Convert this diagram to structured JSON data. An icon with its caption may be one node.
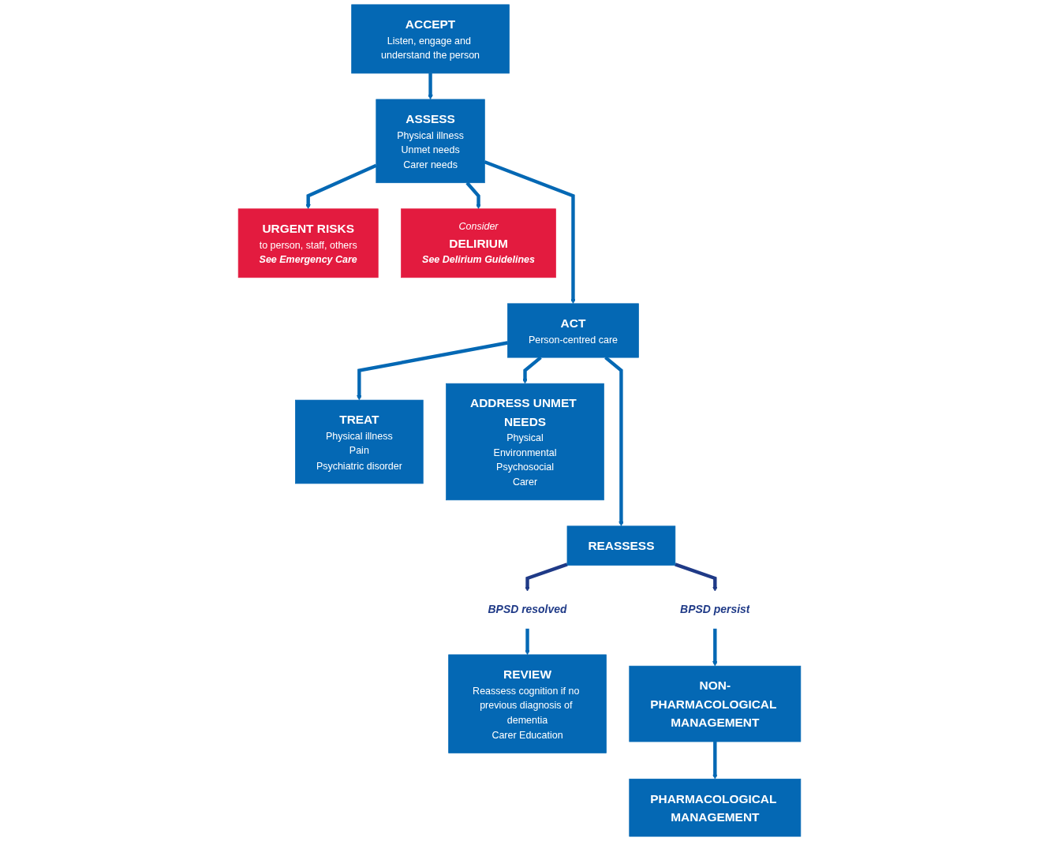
{
  "diagram": {
    "nodes": [
      {
        "text": [
          "ACCEPT",
          "Listen, engage and understand the person"
        ]
      },
      {
        "text": [
          "URGENT RISKS",
          "to person, staff, others",
          "See Emergency Care"
        ]
      },
      {
        "text": [
          "ASSESS",
          "Physical illness",
          "Unmet needs",
          "Carer needs"
        ]
      },
      {
        "text": [
          "Consider",
          "DELIRIUM",
          "See Delirium Guidelines"
        ]
      },
      {
        "text": [
          "TREAT",
          "Physical illness",
          "Pain",
          "Psychiatric disorder"
        ]
      },
      {
        "text": [
          "ACT",
          "Person-centred care"
        ]
      },
      {
        "text": [
          "ADDRESS UNMET NEEDS",
          "Physical",
          "Environmental",
          "Psychosocial",
          "Carer"
        ]
      },
      {
        "text": [
          "BPSD resolved"
        ]
      },
      {
        "text": [
          "REASSESS"
        ]
      },
      {
        "text": [
          "BPSD persist"
        ]
      },
      {
        "text": [
          "REVIEW",
          "Reassess cognition if no previous diagnosis of dementia",
          "Carer Education"
        ]
      },
      {
        "text": [
          "NON-PHARMACOLOGICAL MANAGEMENT"
        ]
      },
      {
        "text": [
          "PHARMACOLOGICAL MANAGEMENT"
        ]
      }
    ],
    "edges": [
      {
        "from": 0,
        "to": 2,
        "arrow": "to"
      },
      {
        "from": 2,
        "to": 1,
        "arrow": "to"
      },
      {
        "from": 2,
        "to": 3,
        "arrow": "to"
      },
      {
        "from": 2,
        "to": 5,
        "arrow": "to"
      },
      {
        "from": 5,
        "to": 4,
        "arrow": "to"
      },
      {
        "from": 5,
        "to": 6,
        "arrow": "to"
      },
      {
        "from": 5,
        "to": 8,
        "arrow": "to"
      },
      {
        "from": 8,
        "to": 7,
        "arrow": "to",
        "color": "#1f3a87"
      },
      {
        "from": 8,
        "to": 9,
        "arrow": "to",
        "color": "#1f3a87"
      },
      {
        "from": 7,
        "to": 10,
        "arrow": "to"
      },
      {
        "from": 9,
        "to": 11,
        "arrow": "to"
      },
      {
        "from": 11,
        "to": 12,
        "arrow": "to"
      }
    ]
  }
}
